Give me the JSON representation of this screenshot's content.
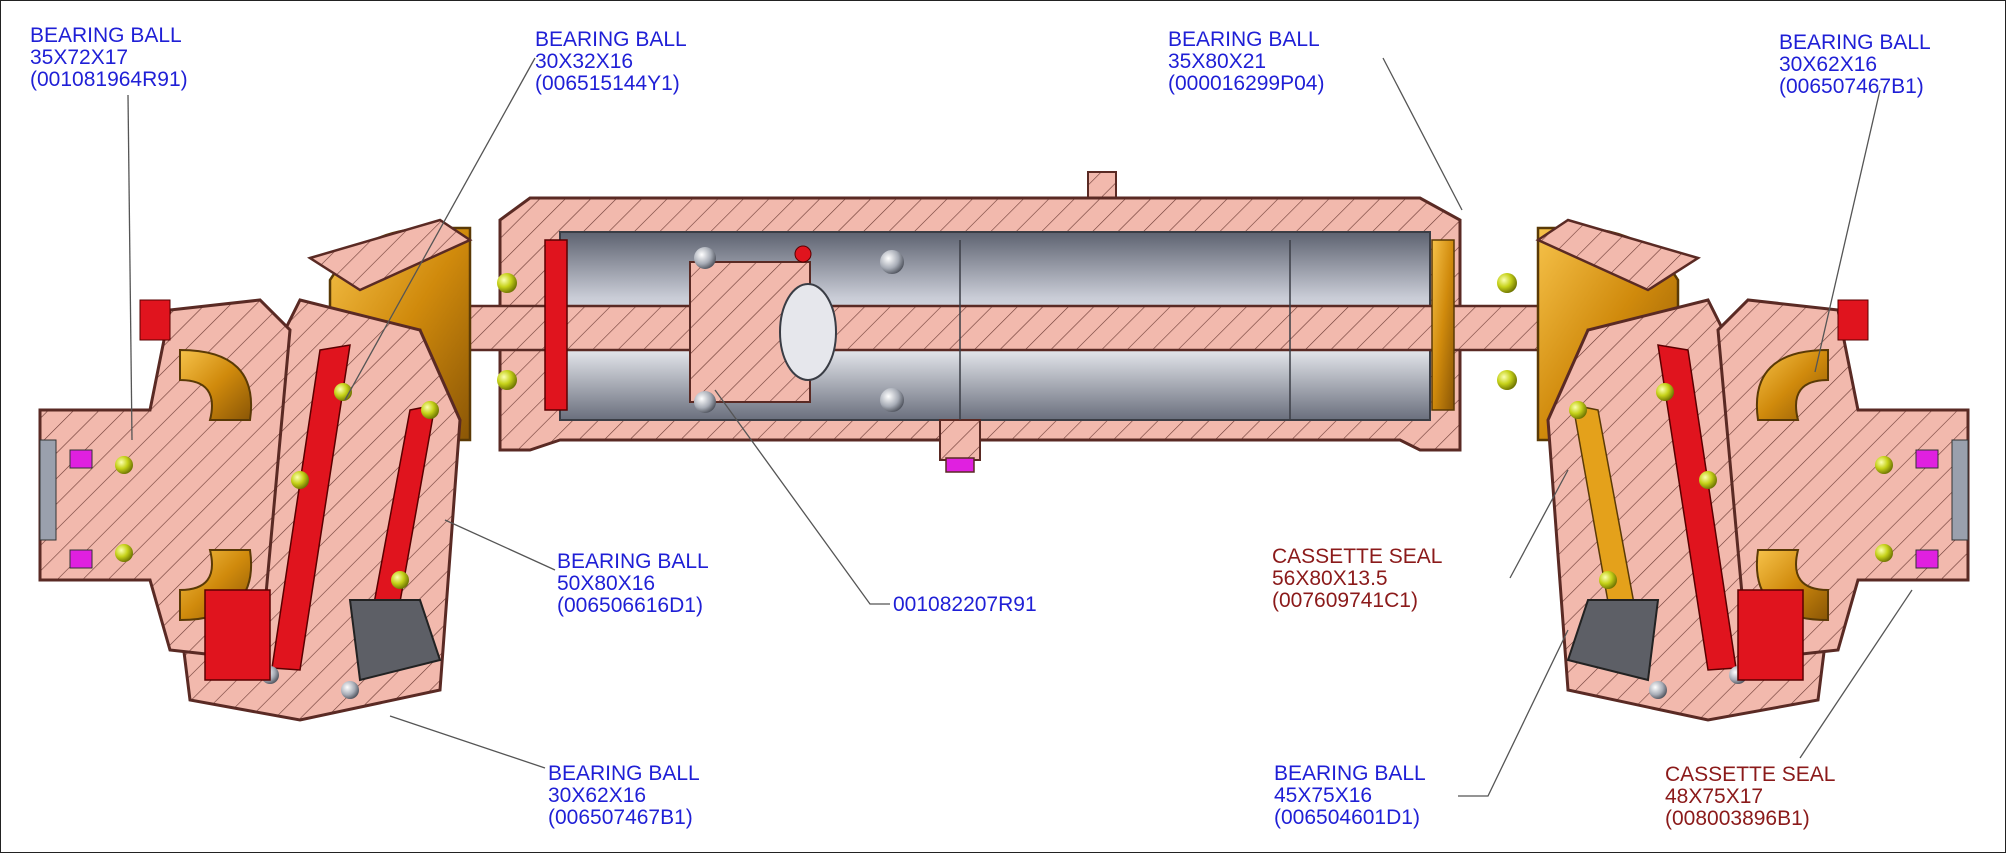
{
  "colors": {
    "bearing_label": "#1f1fd6",
    "seal_label": "#8b1a1a",
    "housing": "#f2b9ad",
    "housing_edge": "#5a2a24",
    "gold": "#e4a11b",
    "steel": "#9aa0ad",
    "red_part": "#e0141e",
    "ball": "#c8d41a",
    "magenta": "#e020e0"
  },
  "callouts": [
    {
      "id": "bb-35x72x17",
      "lines": [
        "BEARING BALL",
        "35X72X17",
        "(001081964R91)"
      ]
    },
    {
      "id": "bb-30x32x16",
      "lines": [
        "BEARING BALL",
        "30X32X16",
        "(006515144Y1)"
      ]
    },
    {
      "id": "bb-35x80x21",
      "lines": [
        "BEARING BALL",
        "35X80X21",
        "(000016299P04)"
      ]
    },
    {
      "id": "bb-30x62x16-top",
      "lines": [
        "BEARING BALL",
        "30X62X16",
        "(006507467B1)"
      ]
    },
    {
      "id": "bb-50x80x16",
      "lines": [
        "BEARING BALL",
        "50X80X16",
        "(006506616D1)"
      ]
    },
    {
      "id": "part-001082207r91",
      "lines": [
        "001082207R91"
      ]
    },
    {
      "id": "cs-56x80x13",
      "lines": [
        "CASSETTE SEAL",
        "56X80X13.5",
        "(007609741C1)"
      ]
    },
    {
      "id": "bb-30x62x16-bottom",
      "lines": [
        "BEARING BALL",
        "30X62X16",
        "(006507467B1)"
      ]
    },
    {
      "id": "bb-45x75x16",
      "lines": [
        "BEARING BALL",
        "45X75X16",
        "(006504601D1)"
      ]
    },
    {
      "id": "cs-48x75x17",
      "lines": [
        "CASSETTE SEAL",
        "48X75X17",
        "(008003896B1)"
      ]
    }
  ]
}
